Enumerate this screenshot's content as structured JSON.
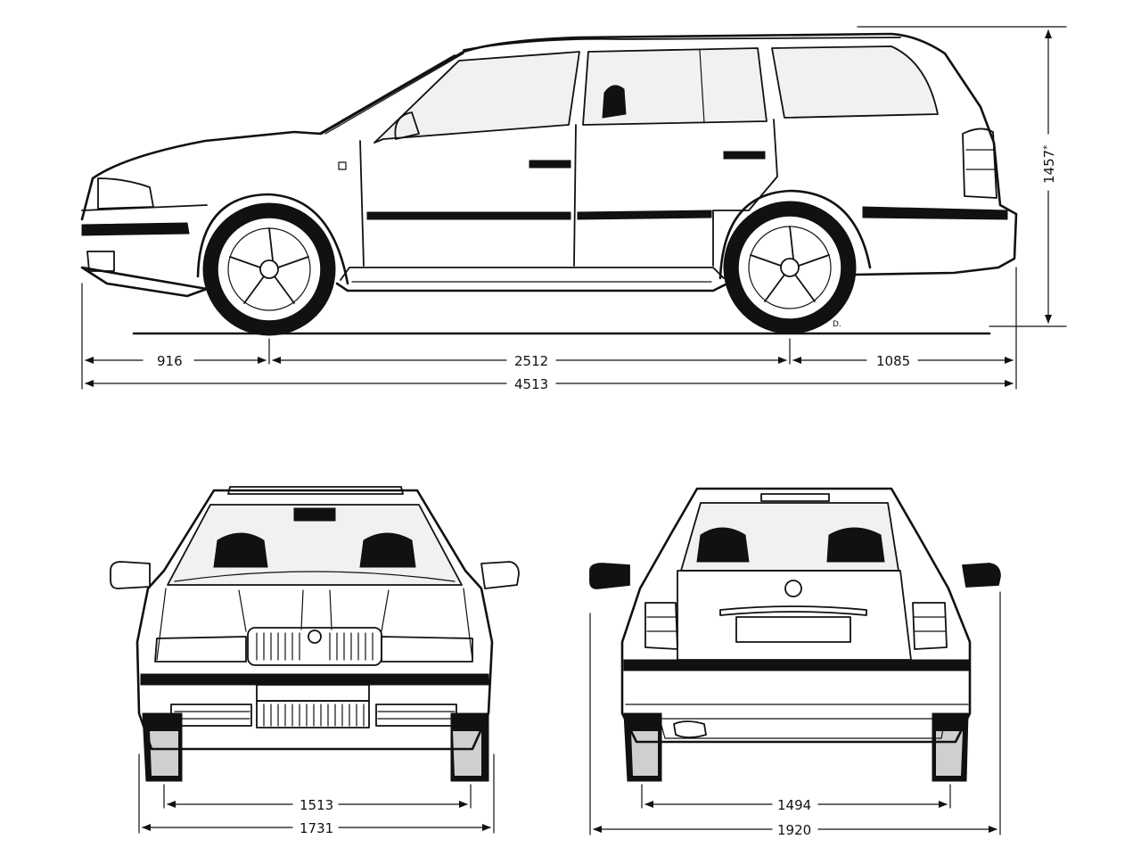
{
  "dimensions": {
    "side_front_overhang": "916",
    "side_wheelbase": "2512",
    "side_rear_overhang": "1085",
    "side_length": "4513",
    "side_height": "1457",
    "side_height_mark": "*",
    "front_track": "1513",
    "front_width": "1731",
    "rear_track": "1494",
    "rear_width": "1920"
  },
  "signature": "D.",
  "colors": {
    "ink": "#111111",
    "paper": "#ffffff"
  }
}
